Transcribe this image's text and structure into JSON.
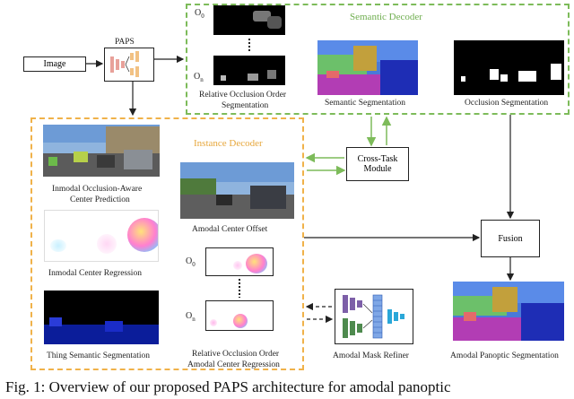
{
  "paps_label": "PAPS",
  "image_label": "Image",
  "semantic_decoder": {
    "title": "Semantic Decoder",
    "order_top_label": "O",
    "order_top_sub": "0",
    "order_bottom_label": "O",
    "order_bottom_sub": "n",
    "relative_order_label_line1": "Relative Occlusion Order",
    "relative_order_label_line2": "Segmentation",
    "semantic_segmentation_label": "Semantic Segmentation",
    "occlusion_segmentation_label": "Occlusion Segmentation"
  },
  "cross_task": {
    "line1": "Cross-Task",
    "line2": "Module"
  },
  "instance_decoder": {
    "title": "Instance Decoder",
    "inmodal_center_pred_line1": "Inmodal Occlusion-Aware",
    "inmodal_center_pred_line2": "Center Prediction",
    "inmodal_center_regression_label": "Inmodal Center Regression",
    "thing_semantic_label": "Thing Semantic Segmentation",
    "amodal_center_offset_label": "Amodal Center Offset",
    "order_top_label": "O",
    "order_top_sub": "0",
    "order_bottom_label": "O",
    "order_bottom_sub": "n",
    "relative_order_regression_line1": "Relative Occlusion Order",
    "relative_order_regression_line2": "Amodal Center Regression"
  },
  "amodal_mask_refiner_label": "Amodal Mask Refiner",
  "fusion_label": "Fusion",
  "amodal_panoptic_label": "Amodal Panoptic Segmentation",
  "caption": "Fig. 1: Overview of our proposed PAPS architecture for amodal panoptic",
  "colors": {
    "semantic_border": "#7dbb5a",
    "instance_border": "#f0b24a",
    "green_arrow": "#7dbb5a",
    "black": "#222222"
  }
}
